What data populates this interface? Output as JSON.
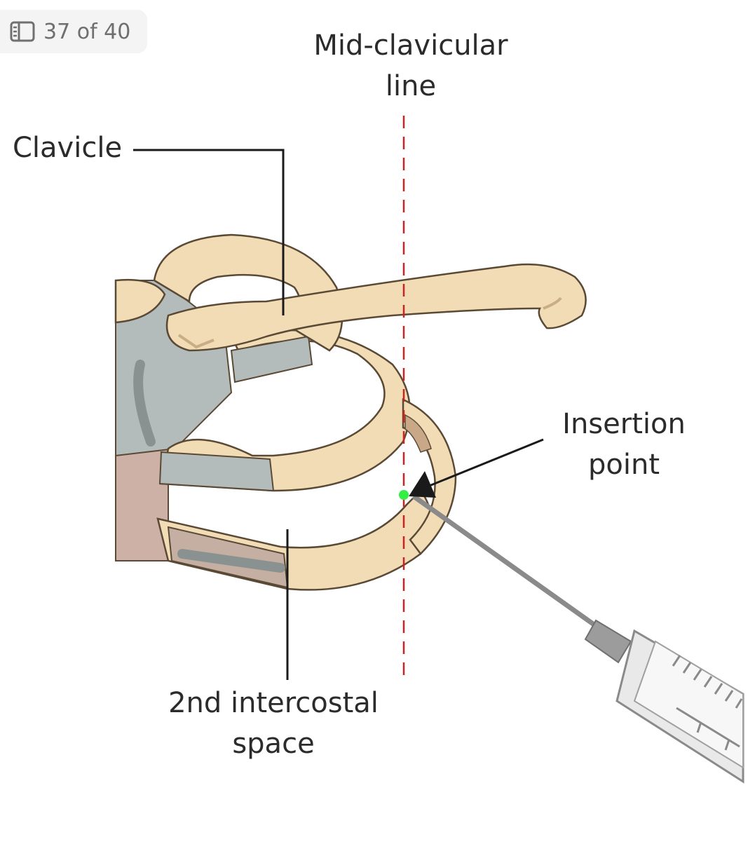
{
  "counter": {
    "icon": "gallery-icon",
    "text": "37 of 40"
  },
  "labels": {
    "midclavicular_1": "Mid-clavicular",
    "midclavicular_2": "line",
    "clavicle": "Clavicle",
    "insertion_1": "Insertion",
    "insertion_2": "point",
    "intercostal_1": "2nd intercostal",
    "intercostal_2": "space"
  },
  "colors": {
    "bone": "#f1dcb6",
    "outline": "#5a4a35",
    "cartilage": "#b4bcbb",
    "muscle": "#cdb0a6",
    "guide_line": "#cc2222",
    "insertion_marker": "#33ee44"
  }
}
